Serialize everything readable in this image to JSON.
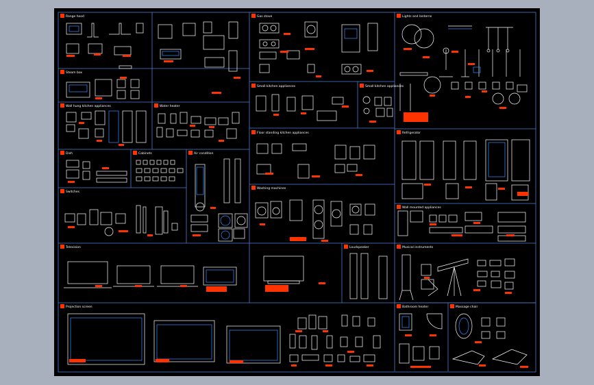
{
  "drawing": {
    "background": "#000000",
    "frame_color": "#4a7fd6",
    "outline_color": "#ffffff",
    "accent_color": "#3a8dff",
    "label_color": "#ff3300",
    "sections": [
      {
        "key": "range-hood",
        "title": "Range hood"
      },
      {
        "key": "gas-stove",
        "title": "Gas stove"
      },
      {
        "key": "lights",
        "title": "Lights and lanterns"
      },
      {
        "key": "steam-box",
        "title": "Steam box"
      },
      {
        "key": "small-kitchen",
        "title": "Small kitchen appliances"
      },
      {
        "key": "small-kitchen-2",
        "title": "Small kitchen appliances"
      },
      {
        "key": "wall-hung",
        "title": "Wall hung kitchen appliances"
      },
      {
        "key": "water-heater",
        "title": "Water heater"
      },
      {
        "key": "dish",
        "title": "Dish"
      },
      {
        "key": "cabinets",
        "title": "Cabinets"
      },
      {
        "key": "switches",
        "title": "Switches"
      },
      {
        "key": "air-condition",
        "title": "Air condition"
      },
      {
        "key": "floor-standing",
        "title": "Floor standing kitchen appliances"
      },
      {
        "key": "refrigerator",
        "title": "Refrigerator"
      },
      {
        "key": "washing",
        "title": "Washing machines"
      },
      {
        "key": "wall-mounted",
        "title": "Wall mounted appliances"
      },
      {
        "key": "bathroom",
        "title": "Bathroom appliances"
      },
      {
        "key": "television",
        "title": "Television"
      },
      {
        "key": "loudspeaker",
        "title": "Loudspeaker"
      },
      {
        "key": "instruments",
        "title": "Musical instruments"
      },
      {
        "key": "projection-screen",
        "title": "Projection screen"
      },
      {
        "key": "bathroom-heater",
        "title": "Bathroom heater"
      },
      {
        "key": "massage",
        "title": "Massage chair"
      }
    ]
  }
}
